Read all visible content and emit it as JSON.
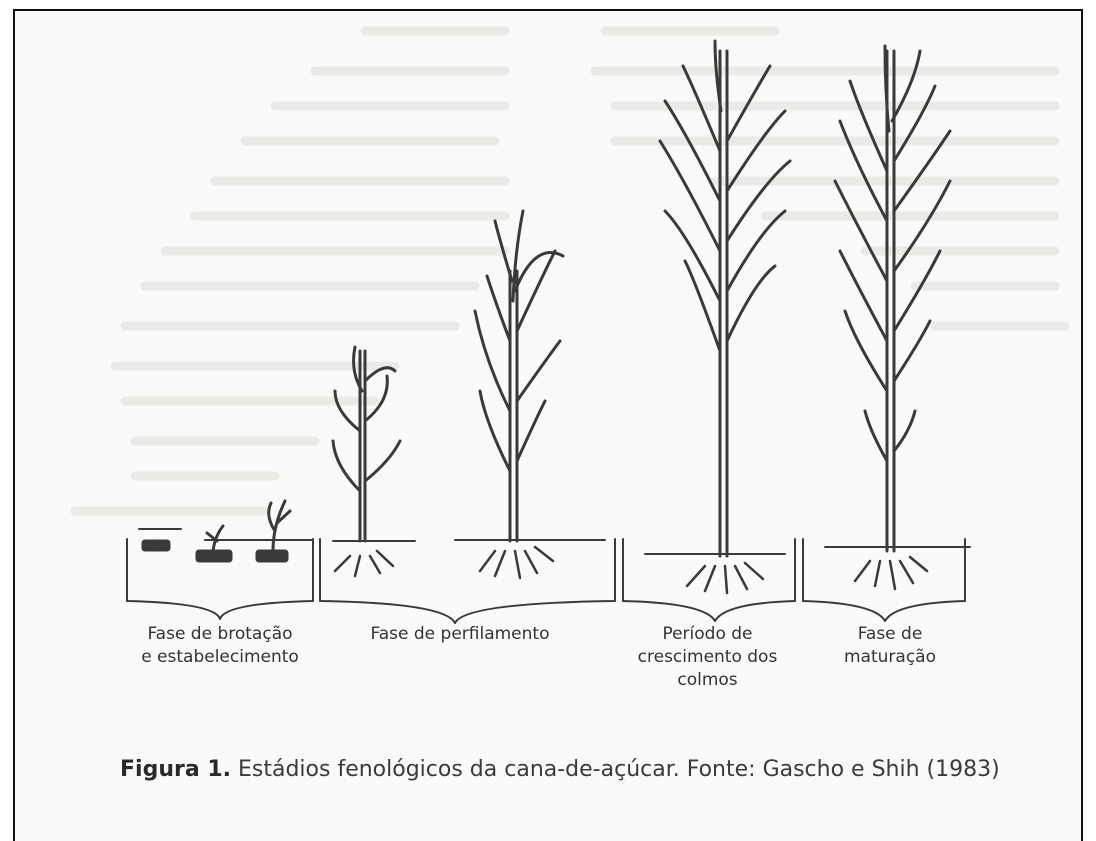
{
  "stages": [
    {
      "label": "Fase de brotação\ne estabelecimento"
    },
    {
      "label": "Fase de perfilamento"
    },
    {
      "label": "Período de\ncrescimento dos\ncolmos"
    },
    {
      "label": "Fase de\nmaturação"
    }
  ],
  "caption": {
    "figure_label": "Figura 1.",
    "text": " Estádios fenológicos da cana-de-açúcar. Fonte: Gascho e Shih (1983)"
  },
  "colors": {
    "ink": "#3a3a3a",
    "paper": "#fafaf8"
  }
}
